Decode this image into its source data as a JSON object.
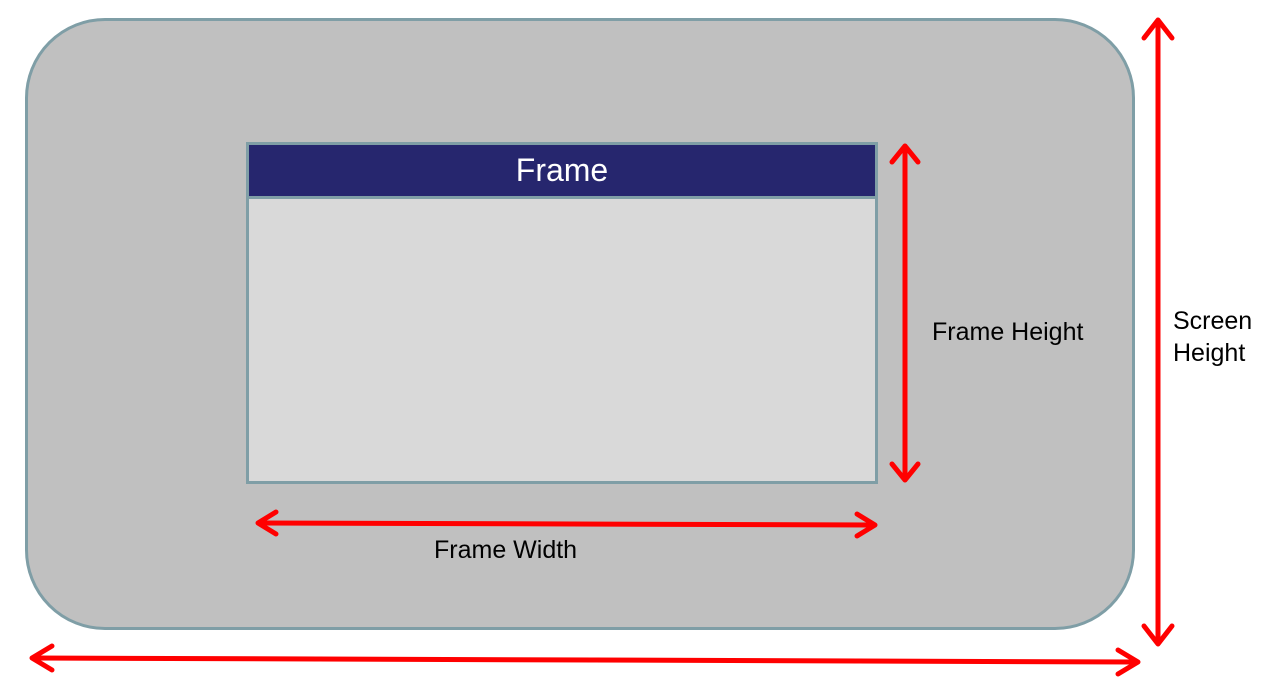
{
  "frame": {
    "title": "Frame"
  },
  "labels": {
    "frame_height": "Frame Height",
    "frame_width": "Frame Width",
    "screen_height_line1": "Screen",
    "screen_height_line2": "Height"
  },
  "colors": {
    "screen_fill": "#c0c0c0",
    "border": "#7f9ea6",
    "frame_fill": "#d9d9d9",
    "titlebar": "#26266e",
    "arrow": "#ff0000"
  }
}
